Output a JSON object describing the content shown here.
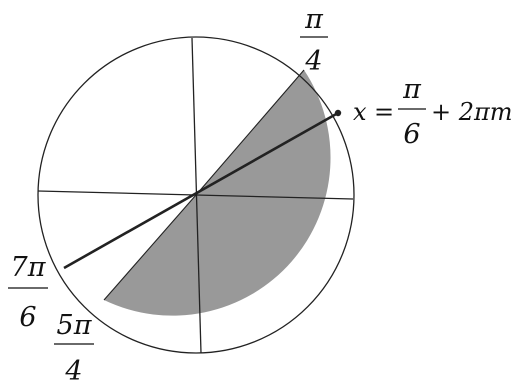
{
  "colors": {
    "shade": "#999999",
    "stroke": "#222222",
    "background": "#ffffff"
  },
  "labels": {
    "top_angle": {
      "num": "π",
      "den": "4"
    },
    "point_angle": {
      "var": "x",
      "equals": "=",
      "num": "π",
      "den": "6",
      "plus_term": "+ 2πm"
    },
    "left_angle": {
      "num": "7π",
      "den": "6"
    },
    "bottom_angle": {
      "num": "5π",
      "den": "4"
    }
  }
}
